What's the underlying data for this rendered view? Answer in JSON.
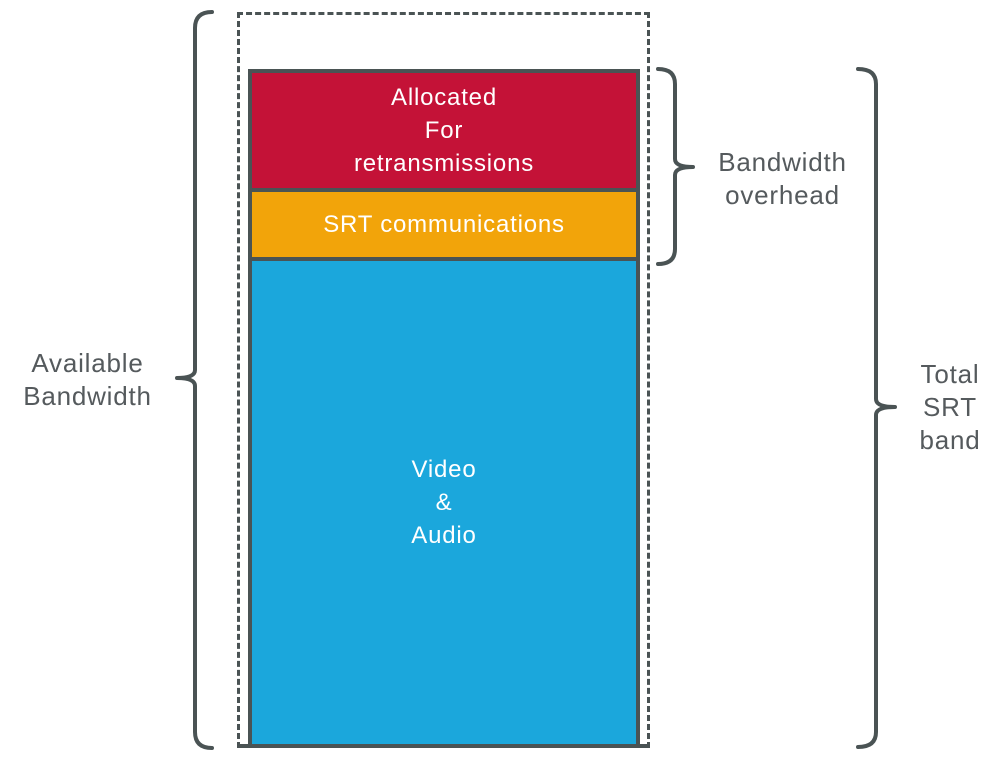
{
  "labels": {
    "available_bandwidth": {
      "lines": [
        "Available",
        "Bandwidth"
      ]
    },
    "bandwidth_overhead": {
      "lines": [
        "Bandwidth",
        "overhead"
      ]
    },
    "total_srt_band": {
      "lines": [
        "Total",
        "SRT",
        "band"
      ]
    }
  },
  "blocks": {
    "retransmissions": {
      "lines": [
        "Allocated",
        "For",
        "retransmissions"
      ]
    },
    "srt_communications": {
      "label": "SRT communications"
    },
    "video_audio": {
      "lines": [
        "Video",
        "&",
        "Audio"
      ]
    }
  },
  "colors": {
    "retransmissions": "#C41237",
    "srt-communications": "#F2A40A",
    "video-audio": "#1BA7DC",
    "stroke": "#4A5354",
    "label-text": "#555A5D",
    "block-text": "#FFFFFF"
  }
}
